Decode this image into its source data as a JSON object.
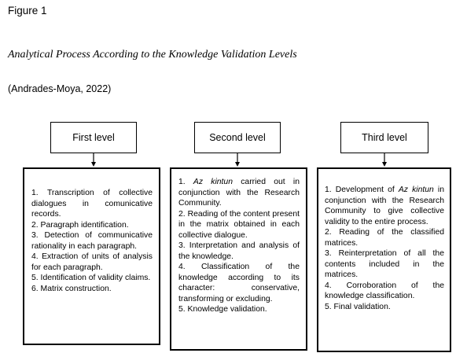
{
  "figure": {
    "label": "Figure 1",
    "title": "Analytical Process According to the Knowledge Validation Levels",
    "source": "(Andrades-Moya, 2022)"
  },
  "levels": [
    {
      "heading": "First level",
      "items": [
        "1. Transcription of collective dialogues in comunicative records.",
        "2. Paragraph identification.",
        "3. Detection of communicative rationality in each paragraph.",
        "4. Extraction of units of analysis for each paragraph.",
        "5. Identification of validity claims.",
        "6. Matrix construction."
      ]
    },
    {
      "heading": "Second level",
      "items": [
        {
          "num": "1. ",
          "em": "Az kintun",
          "rest": " carried out in conjunction with the Research Community."
        },
        "2. Reading of the content present in the matrix obtained in each collective dialogue.",
        "3. Interpretation and analysis of the knowledge.",
        "4. Classification of the knowledge according to its character: conservative, transforming or excluding.",
        "5. Knowledge validation."
      ]
    },
    {
      "heading": "Third level",
      "items": [
        {
          "num": "1. Development of ",
          "em": "Az kintun",
          "rest": " in conjunction with the Research Community to give collective validity to the entire process."
        },
        "2. Reading of the classified matrices.",
        "3. Reinterpretation of all the contents included in the matrices.",
        "4. Corroboration of the knowledge classification.",
        "5. Final validation."
      ]
    }
  ]
}
